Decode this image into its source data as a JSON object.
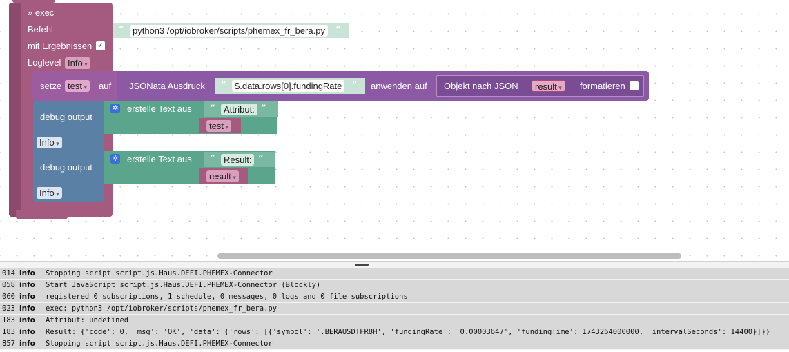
{
  "colors": {
    "exec_block": "#a55b80",
    "exec_block_dark": "#8c4a6c",
    "variable_block": "#9c5ca0",
    "json_block": "#8c5aa5",
    "debug_block": "#5b80a5",
    "text_block": "#5ba58c",
    "text_literal": "#c9e4d6",
    "var_chip": "#d97ea9",
    "log_bg": "#d8d8d8"
  },
  "blocks": {
    "exec": {
      "title": "» exec",
      "command_label": "Befehl",
      "command_value": "python3 /opt/iobroker/scripts/phemex_fr_bera.py",
      "with_results_label": "mit Ergebnissen",
      "with_results_checked": true,
      "loglevel_label": "Loglevel",
      "loglevel_value": "Info"
    },
    "set_var": {
      "label": "setze",
      "var_name": "test",
      "to_label": "auf",
      "jsonata_label": "JSONata Ausdruck",
      "jsonata_expr": "$.data.rows[0].fundingRate",
      "apply_label": "anwenden auf",
      "json_obj_label": "Objekt nach JSON",
      "json_var": "result",
      "format_label": "formatieren",
      "format_checked": false
    },
    "debug1": {
      "label": "debug output",
      "create_text_label": "erstelle Text aus",
      "text_value": "Attribut:",
      "var_name": "test",
      "level": "Info"
    },
    "debug2": {
      "label": "debug output",
      "create_text_label": "erstelle Text aus",
      "text_value": "Result:",
      "var_name": "result",
      "level": "Info"
    }
  },
  "log": [
    {
      "ts": "014",
      "severity": "info",
      "message": "Stopping script script.js.Haus.DEFI.PHEMEX-Connector"
    },
    {
      "ts": "058",
      "severity": "info",
      "message": "Start JavaScript script.js.Haus.DEFI.PHEMEX-Connector (Blockly)"
    },
    {
      "ts": "060",
      "severity": "info",
      "message": "registered 0 subscriptions, 1 schedule, 0 messages, 0 logs and 0 file subscriptions"
    },
    {
      "ts": "023",
      "severity": "info",
      "message": "exec: python3 /opt/iobroker/scripts/phemex_fr_bera.py"
    },
    {
      "ts": "183",
      "severity": "info",
      "message": "Attribut: undefined"
    },
    {
      "ts": "183",
      "severity": "info",
      "message": "Result: {'code': 0, 'msg': 'OK', 'data': {'rows': [{'symbol': '.BERAUSDTFR8H', 'fundingRate': '0.00003647', 'fundingTime': 1743264000000, 'intervalSeconds': 14400}]}}"
    },
    {
      "ts": "857",
      "severity": "info",
      "message": "Stopping script script.js.Haus.DEFI.PHEMEX-Connector"
    }
  ]
}
